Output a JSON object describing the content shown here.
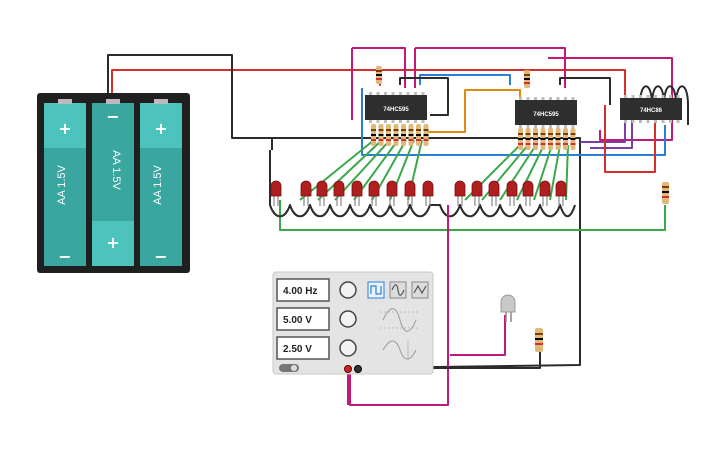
{
  "battery": {
    "cells": [
      {
        "label": "AA 1.5V",
        "top_sign": "+",
        "bottom_sign": "−"
      },
      {
        "label": "AA 1.5V",
        "top_sign": "−",
        "bottom_sign": "+"
      },
      {
        "label": "AA 1.5V",
        "top_sign": "+",
        "bottom_sign": "−"
      }
    ]
  },
  "chips": [
    {
      "label": "74HC595"
    },
    {
      "label": "74HC595"
    },
    {
      "label": "74HC86"
    }
  ],
  "function_generator": {
    "frequency": "4.00 Hz",
    "amplitude": "5.00 V",
    "dc_offset": "2.50 V",
    "waveforms": [
      "square",
      "sine",
      "triangle"
    ],
    "selected_waveform": "square"
  },
  "colors": {
    "wire_red": "#d32f2f",
    "wire_black": "#2b2b2b",
    "wire_magenta": "#c2187a",
    "wire_green": "#3aa84a",
    "wire_blue": "#2a7fd4",
    "wire_orange": "#e08a12",
    "wire_purple": "#7b3fa0",
    "battery_teal": "#3aa6a0",
    "led_red": "#b01f1f",
    "chip_body": "#2e2e2e"
  }
}
